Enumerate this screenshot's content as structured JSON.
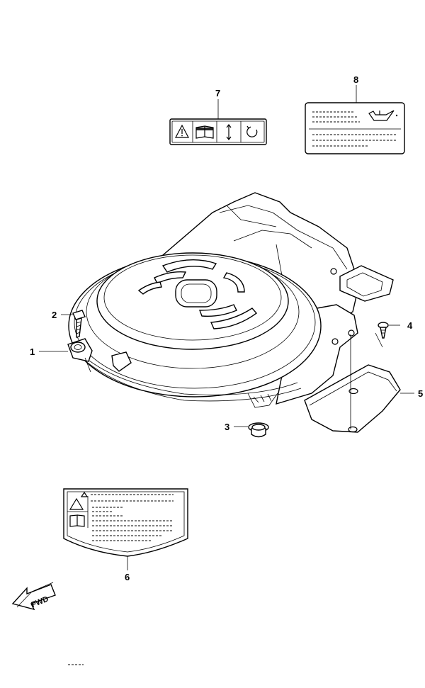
{
  "callouts": [
    {
      "id": "1",
      "label": "1"
    },
    {
      "id": "2",
      "label": "2"
    },
    {
      "id": "3",
      "label": "3"
    },
    {
      "id": "4",
      "label": "4"
    },
    {
      "id": "5",
      "label": "5"
    },
    {
      "id": "6",
      "label": "6"
    },
    {
      "id": "7",
      "label": "7"
    },
    {
      "id": "8",
      "label": "8"
    }
  ],
  "fwd_arrow": {
    "text": "FWD"
  },
  "icons": [
    "warning-icon",
    "manual-book-icon",
    "up-down-arrow-icon",
    "rotation-icon",
    "oil-can-icon"
  ]
}
